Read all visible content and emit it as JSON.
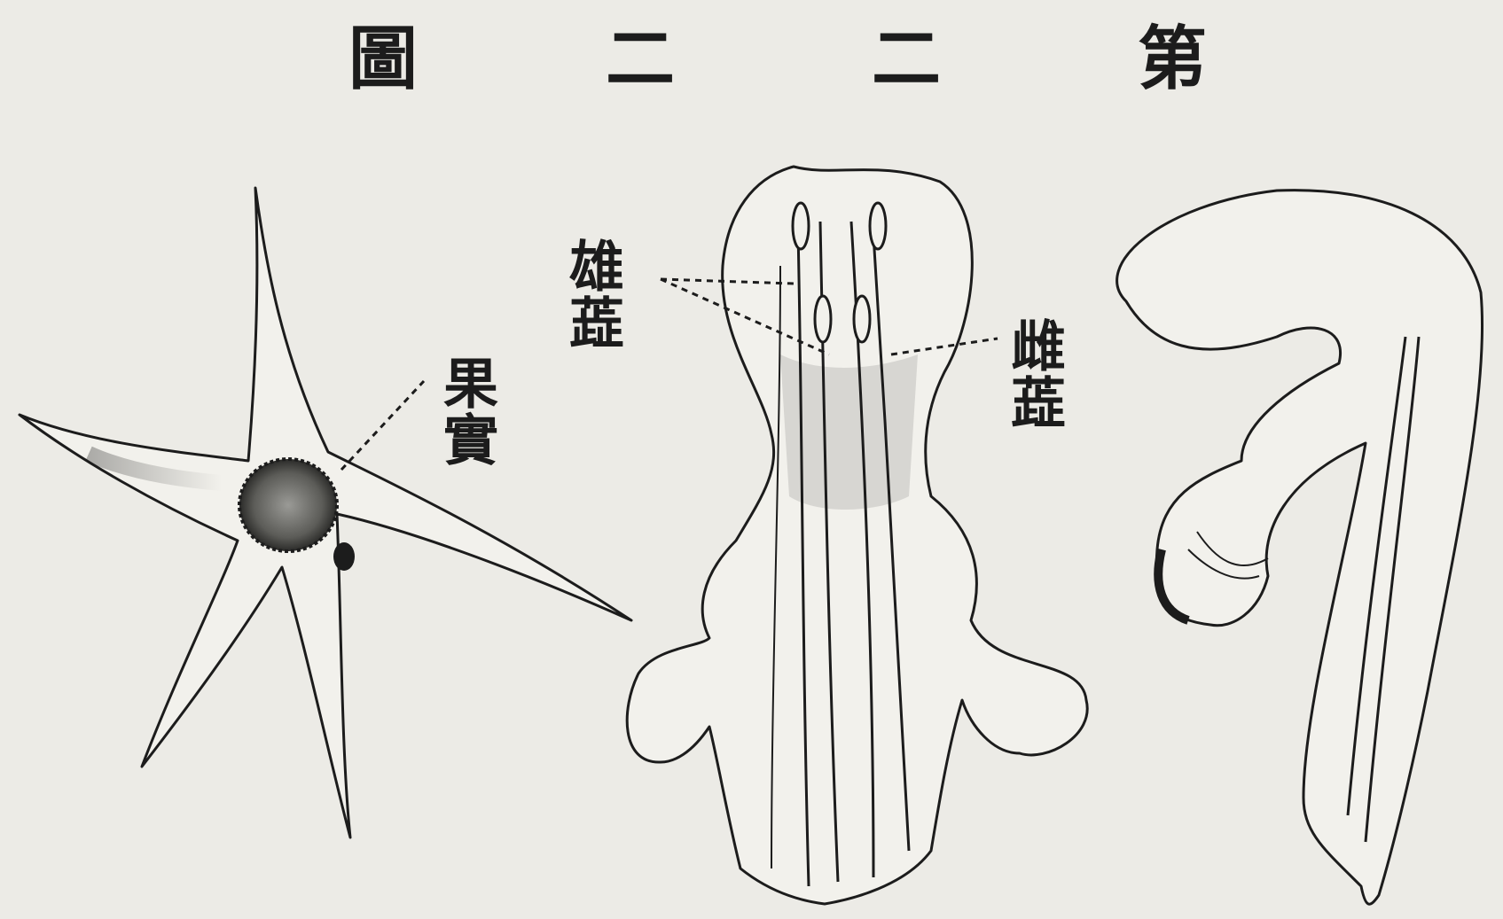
{
  "title": {
    "chars": [
      "圖",
      "二",
      "二",
      "第"
    ]
  },
  "labels": {
    "fruit": "果實",
    "stamen": "雄蕋",
    "pistil": "雌蕋"
  },
  "colors": {
    "paper": "#ecebe6",
    "ink": "#1c1c1c"
  }
}
